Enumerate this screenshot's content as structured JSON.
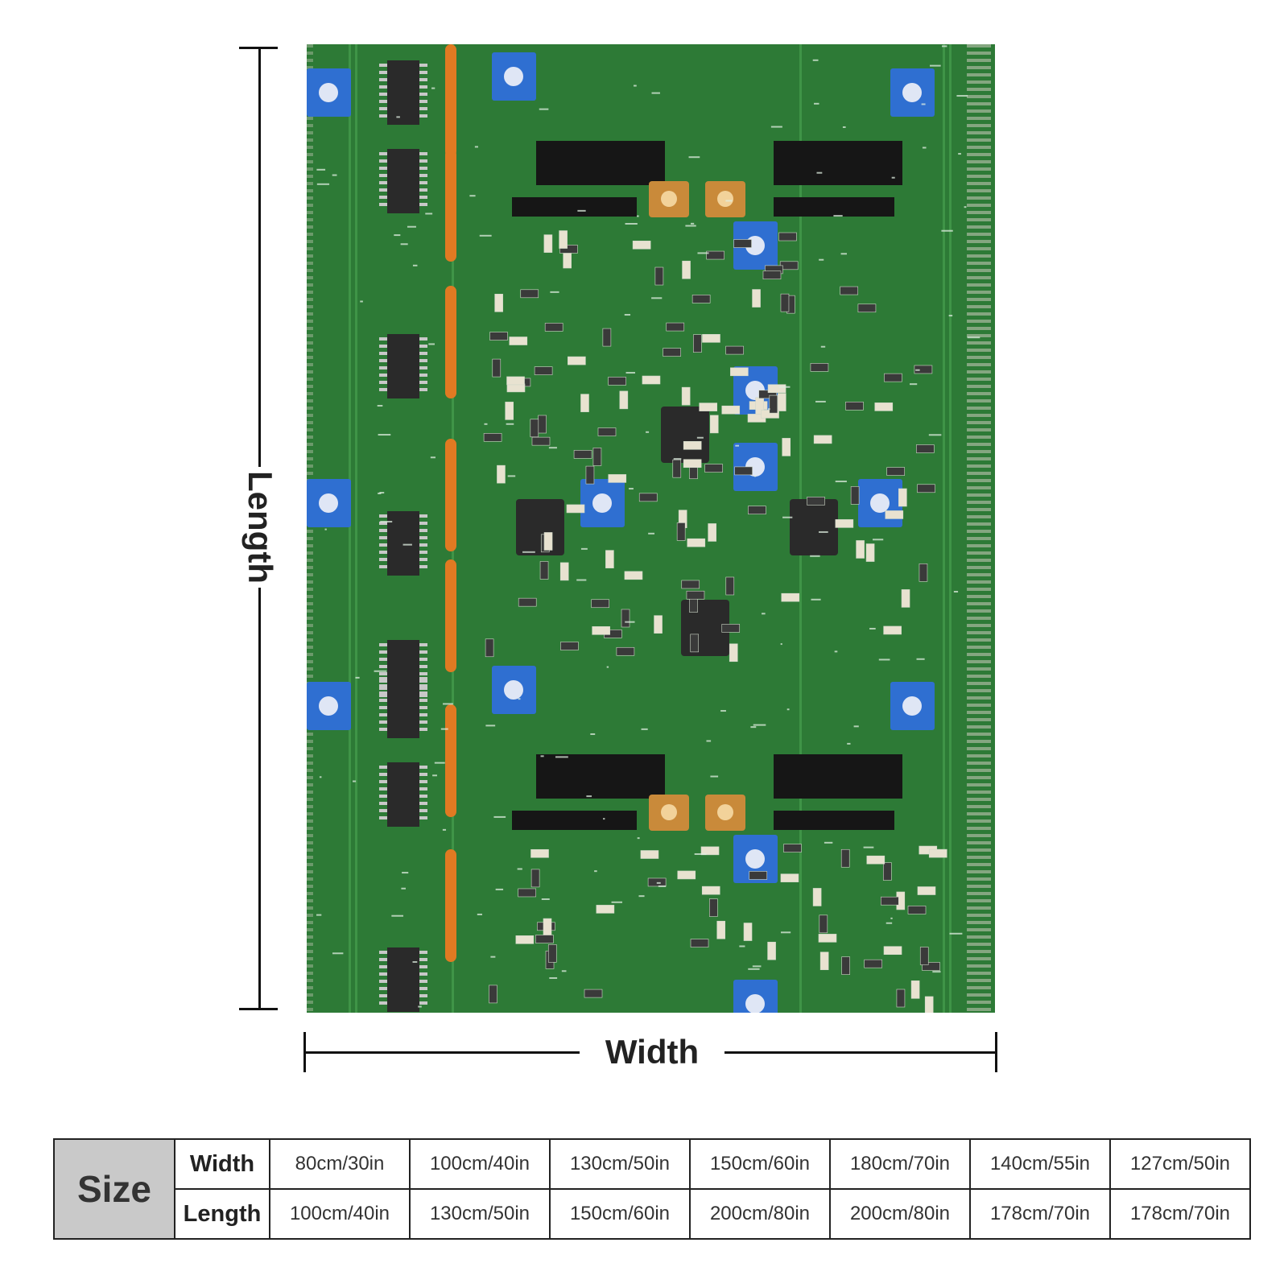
{
  "dimensions": {
    "length_label": "Length",
    "width_label": "Width"
  },
  "size_table": {
    "header": "Size",
    "width_label": "Width",
    "length_label": "Length",
    "widths": [
      "80cm/30in",
      "100cm/40in",
      "130cm/50in",
      "150cm/60in",
      "180cm/70in",
      "140cm/55in",
      "127cm/50in"
    ],
    "lengths": [
      "100cm/40in",
      "130cm/50in",
      "150cm/60in",
      "200cm/80in",
      "200cm/80in",
      "178cm/70in",
      "178cm/70in"
    ]
  },
  "colors": {
    "board": "#2d7a36",
    "board_dark": "#1f5e28",
    "trace": "#3f9447",
    "chip": "#2a2a2a",
    "pot": "#2f6fd1",
    "resistor_orange": "#e07a22",
    "gold": "#c98a3a",
    "silkscreen": "#dfeee0"
  }
}
